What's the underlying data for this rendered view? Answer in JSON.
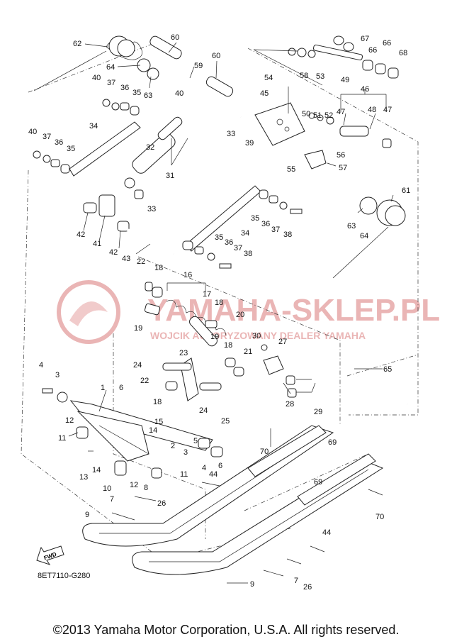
{
  "diagram_code": "8ET7110-G280",
  "copyright": "©2013 Yamaha Motor Corporation, U.S.A. All rights reserved.",
  "watermark": {
    "main": "YAMAHA-SKLEP.PL",
    "sub": "WOJCIK AUTORYZOWANY DEALER YAMAHA",
    "color": "#e7a9a9"
  },
  "fwd_label": "FWD",
  "callouts": [
    {
      "id": "c62",
      "label": "62"
    },
    {
      "id": "c60a",
      "label": "60"
    },
    {
      "id": "c60b",
      "label": "60"
    },
    {
      "id": "c64a",
      "label": "64"
    },
    {
      "id": "c63a",
      "label": "63"
    },
    {
      "id": "c59",
      "label": "59"
    },
    {
      "id": "c40a",
      "label": "40"
    },
    {
      "id": "c37a",
      "label": "37"
    },
    {
      "id": "c36a",
      "label": "36"
    },
    {
      "id": "c35a",
      "label": "35"
    },
    {
      "id": "c40b",
      "label": "40"
    },
    {
      "id": "c40c",
      "label": "40"
    },
    {
      "id": "c37b",
      "label": "37"
    },
    {
      "id": "c36b",
      "label": "36"
    },
    {
      "id": "c35b",
      "label": "35"
    },
    {
      "id": "c34a",
      "label": "34"
    },
    {
      "id": "c32",
      "label": "32"
    },
    {
      "id": "c31",
      "label": "31"
    },
    {
      "id": "c33a",
      "label": "33"
    },
    {
      "id": "c33b",
      "label": "33"
    },
    {
      "id": "c39",
      "label": "39"
    },
    {
      "id": "c54",
      "label": "54"
    },
    {
      "id": "c45",
      "label": "45"
    },
    {
      "id": "c55",
      "label": "55"
    },
    {
      "id": "c58",
      "label": "58"
    },
    {
      "id": "c53",
      "label": "53"
    },
    {
      "id": "c49",
      "label": "49"
    },
    {
      "id": "c67",
      "label": "67"
    },
    {
      "id": "c66a",
      "label": "66"
    },
    {
      "id": "c66b",
      "label": "66"
    },
    {
      "id": "c68",
      "label": "68"
    },
    {
      "id": "c46",
      "label": "46"
    },
    {
      "id": "c50",
      "label": "50"
    },
    {
      "id": "c51",
      "label": "51"
    },
    {
      "id": "c52",
      "label": "52"
    },
    {
      "id": "c47a",
      "label": "47"
    },
    {
      "id": "c48",
      "label": "48"
    },
    {
      "id": "c47b",
      "label": "47"
    },
    {
      "id": "c56",
      "label": "56"
    },
    {
      "id": "c57",
      "label": "57"
    },
    {
      "id": "c61",
      "label": "61"
    },
    {
      "id": "c63b",
      "label": "63"
    },
    {
      "id": "c64b",
      "label": "64"
    },
    {
      "id": "c42a",
      "label": "42"
    },
    {
      "id": "c41",
      "label": "41"
    },
    {
      "id": "c42b",
      "label": "42"
    },
    {
      "id": "c43",
      "label": "43"
    },
    {
      "id": "c35c",
      "label": "35"
    },
    {
      "id": "c36c",
      "label": "36"
    },
    {
      "id": "c37c",
      "label": "37"
    },
    {
      "id": "c38a",
      "label": "38"
    },
    {
      "id": "c34b",
      "label": "34"
    },
    {
      "id": "c35d",
      "label": "35"
    },
    {
      "id": "c36d",
      "label": "36"
    },
    {
      "id": "c37d",
      "label": "37"
    },
    {
      "id": "c38b",
      "label": "38"
    },
    {
      "id": "c22a",
      "label": "22"
    },
    {
      "id": "c18a",
      "label": "18"
    },
    {
      "id": "c16",
      "label": "16"
    },
    {
      "id": "c17",
      "label": "17"
    },
    {
      "id": "c18b",
      "label": "18"
    },
    {
      "id": "c19a",
      "label": "19"
    },
    {
      "id": "c20",
      "label": "20"
    },
    {
      "id": "c19b",
      "label": "19"
    },
    {
      "id": "c18c",
      "label": "18"
    },
    {
      "id": "c21",
      "label": "21"
    },
    {
      "id": "c30",
      "label": "30"
    },
    {
      "id": "c27",
      "label": "27"
    },
    {
      "id": "c65",
      "label": "65"
    },
    {
      "id": "c23",
      "label": "23"
    },
    {
      "id": "c24a",
      "label": "24"
    },
    {
      "id": "c22b",
      "label": "22"
    },
    {
      "id": "c18d",
      "label": "18"
    },
    {
      "id": "c24b",
      "label": "24"
    },
    {
      "id": "c25",
      "label": "25"
    },
    {
      "id": "c28",
      "label": "28"
    },
    {
      "id": "c29",
      "label": "29"
    },
    {
      "id": "c4a",
      "label": "4"
    },
    {
      "id": "c3a",
      "label": "3"
    },
    {
      "id": "c1",
      "label": "1"
    },
    {
      "id": "c6a",
      "label": "6"
    },
    {
      "id": "c12a",
      "label": "12"
    },
    {
      "id": "c15",
      "label": "15"
    },
    {
      "id": "c14a",
      "label": "14"
    },
    {
      "id": "c11a",
      "label": "11"
    },
    {
      "id": "c2",
      "label": "2"
    },
    {
      "id": "c3b",
      "label": "3"
    },
    {
      "id": "c5",
      "label": "5"
    },
    {
      "id": "c6b",
      "label": "6"
    },
    {
      "id": "c13",
      "label": "13"
    },
    {
      "id": "c14b",
      "label": "14"
    },
    {
      "id": "c4b",
      "label": "4"
    },
    {
      "id": "c11b",
      "label": "11"
    },
    {
      "id": "c10",
      "label": "10"
    },
    {
      "id": "c12b",
      "label": "12"
    },
    {
      "id": "c8",
      "label": "8"
    },
    {
      "id": "c44a",
      "label": "44"
    },
    {
      "id": "c7a",
      "label": "7"
    },
    {
      "id": "c26a",
      "label": "26"
    },
    {
      "id": "c9a",
      "label": "9"
    },
    {
      "id": "c70a",
      "label": "70"
    },
    {
      "id": "c69a",
      "label": "69"
    },
    {
      "id": "c69b",
      "label": "69"
    },
    {
      "id": "c70b",
      "label": "70"
    },
    {
      "id": "c44b",
      "label": "44"
    },
    {
      "id": "c7b",
      "label": "7"
    },
    {
      "id": "c26b",
      "label": "26"
    },
    {
      "id": "c9b",
      "label": "9"
    }
  ]
}
